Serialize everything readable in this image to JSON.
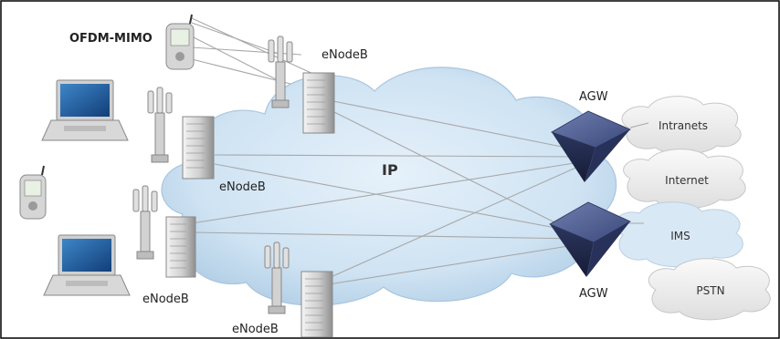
{
  "labels": {
    "ofdm_mimo": "OFDM-MIMO",
    "ip": "IP",
    "enodeb_top": "eNodeB",
    "enodeb_left_upper": "eNodeB",
    "enodeb_left_lower": "eNodeB",
    "enodeb_bottom": "eNodeB",
    "agw_top": "AGW",
    "agw_bottom": "AGW"
  },
  "external_networks": {
    "intranets": "Intranets",
    "internet": "Internet",
    "ims": "IMS",
    "pstn": "PSTN"
  },
  "colors": {
    "ip_cloud": "#cfe3f3",
    "ext_cloud": "#eeeeee",
    "agw": "#3d4a78",
    "link": "#a8a8a8",
    "frame": "#000000"
  }
}
